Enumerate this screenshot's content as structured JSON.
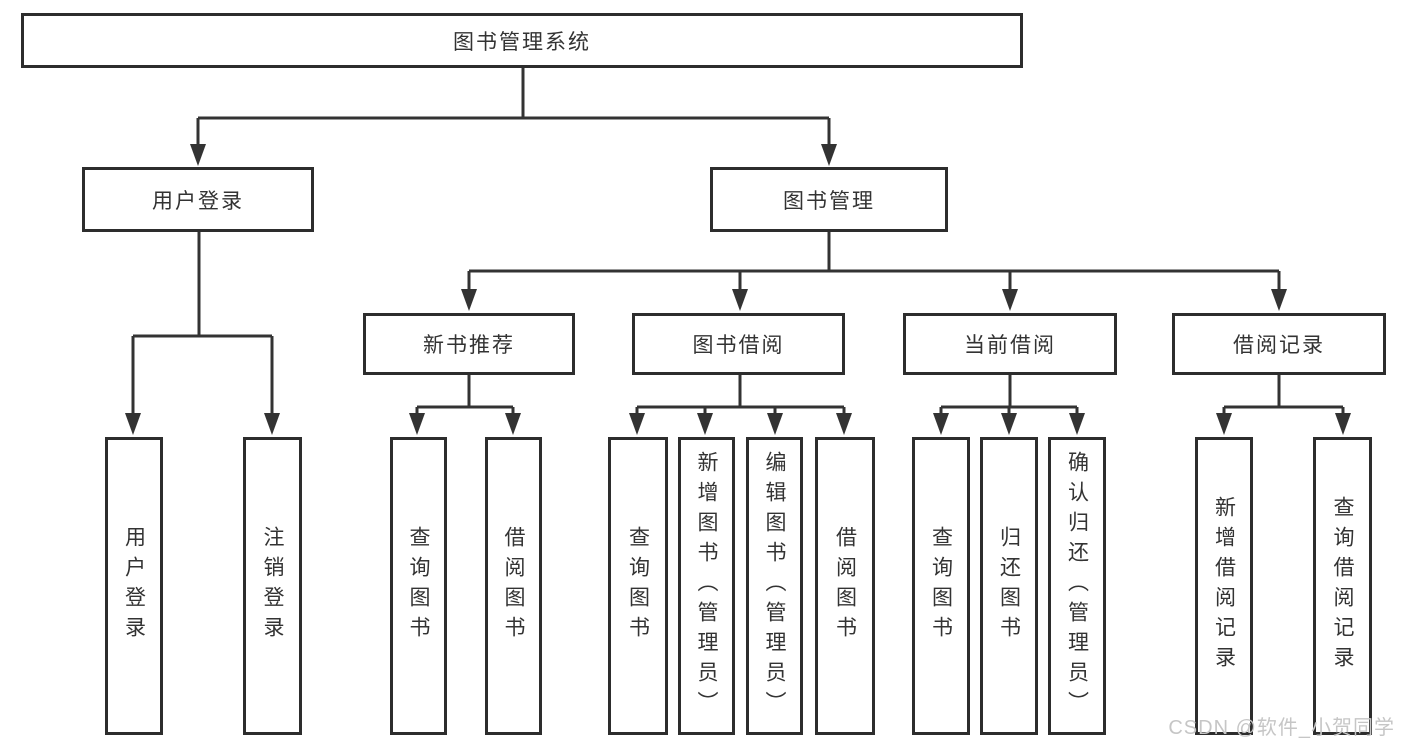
{
  "tree": {
    "label": "图书管理系统",
    "children": [
      {
        "label": "用户登录",
        "children": [
          {
            "label": "用户登录"
          },
          {
            "label": "注销登录"
          }
        ]
      },
      {
        "label": "图书管理",
        "children": [
          {
            "label": "新书推荐",
            "children": [
              {
                "label": "查询图书"
              },
              {
                "label": "借阅图书"
              }
            ]
          },
          {
            "label": "图书借阅",
            "children": [
              {
                "label": "查询图书"
              },
              {
                "label": "新增图书（管理员）"
              },
              {
                "label": "编辑图书（管理员）"
              },
              {
                "label": "借阅图书"
              }
            ]
          },
          {
            "label": "当前借阅",
            "children": [
              {
                "label": "查询图书"
              },
              {
                "label": "归还图书"
              },
              {
                "label": "确认归还（管理员）"
              }
            ]
          },
          {
            "label": "借阅记录",
            "children": [
              {
                "label": "新增借阅记录"
              },
              {
                "label": "查询借阅记录"
              }
            ]
          }
        ]
      }
    ]
  },
  "watermark": "CSDN @软件_小贺同学",
  "colors": {
    "line": "#333333",
    "border": "#2d2d2d",
    "text": "#333333",
    "watermark": "#c6c6c6",
    "bg": "#ffffff"
  }
}
